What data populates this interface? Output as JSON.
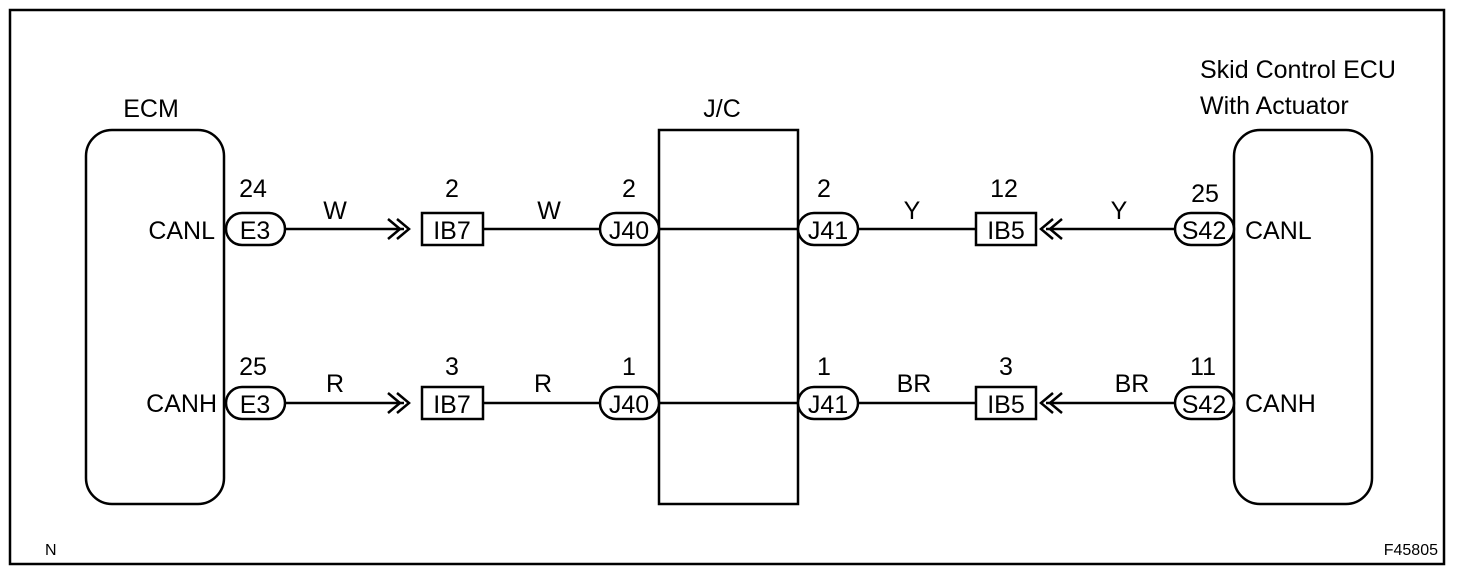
{
  "components": {
    "ecm": "ECM",
    "jc": "J/C",
    "skid_line1": "Skid Control ECU",
    "skid_line2": "With Actuator"
  },
  "signals": {
    "canl": "CANL",
    "canh": "CANH"
  },
  "top_circuit": {
    "ecm_pin": "24",
    "ecm_conn": "E3",
    "wire1": "W",
    "ib7_pin": "2",
    "ib7": "IB7",
    "wire2": "W",
    "j40_pin": "2",
    "j40": "J40",
    "j41_pin": "2",
    "j41": "J41",
    "wire3": "Y",
    "ib5_pin": "12",
    "ib5": "IB5",
    "wire4": "Y",
    "skid_pin": "25",
    "skid_conn": "S42"
  },
  "bottom_circuit": {
    "ecm_pin": "25",
    "ecm_conn": "E3",
    "wire1": "R",
    "ib7_pin": "3",
    "ib7": "IB7",
    "wire2": "R",
    "j40_pin": "1",
    "j40": "J40",
    "j41_pin": "1",
    "j41": "J41",
    "wire3": "BR",
    "ib5_pin": "3",
    "ib5": "IB5",
    "wire4": "BR",
    "skid_pin": "11",
    "skid_conn": "S42"
  },
  "footer": {
    "left_mark": "N",
    "figure_id": "F45805"
  }
}
